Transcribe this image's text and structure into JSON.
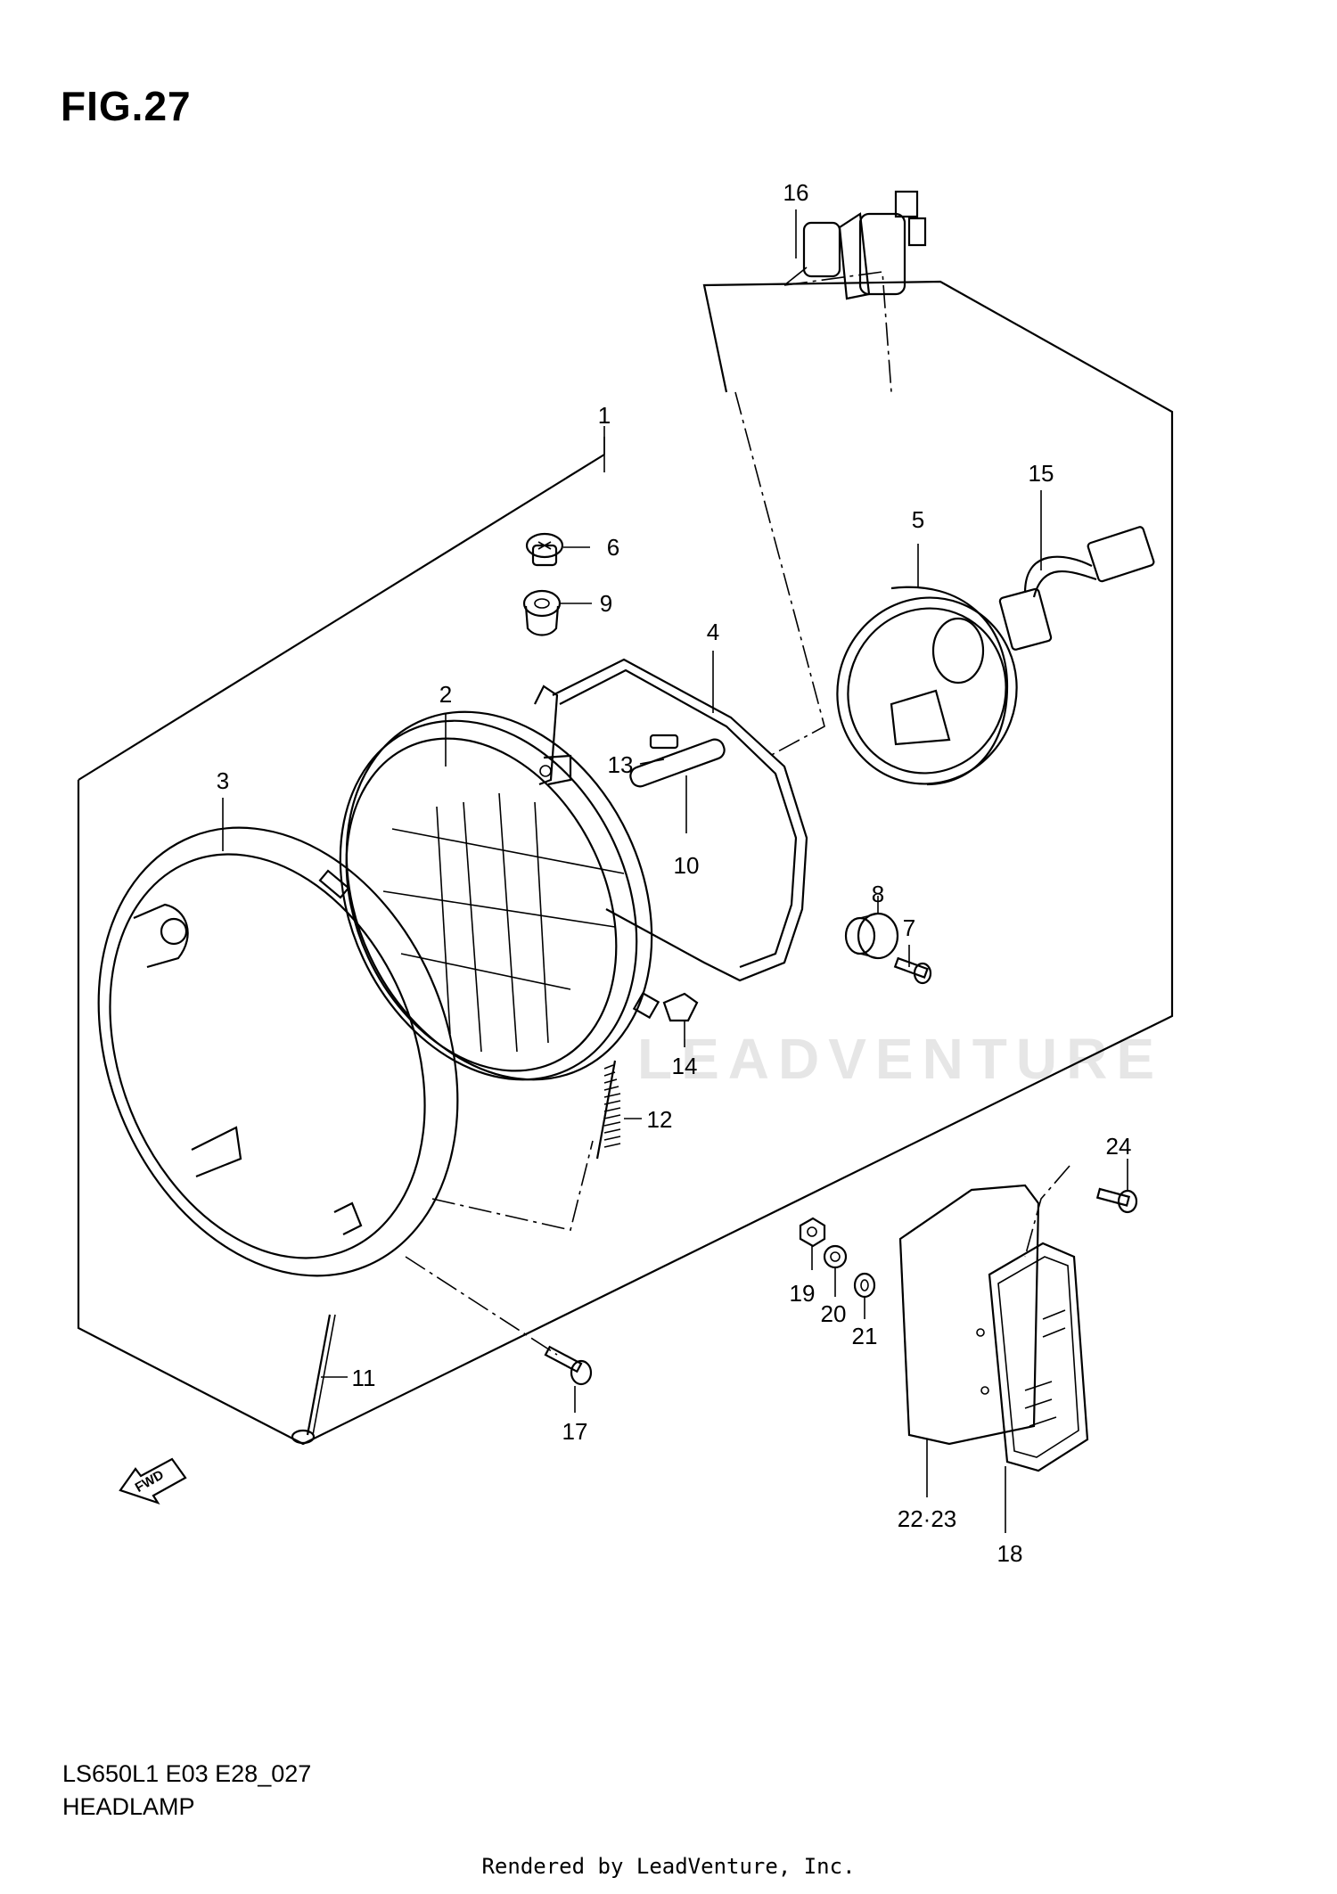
{
  "figure": {
    "title": "FIG.27"
  },
  "watermark": "LEADVENTURE",
  "fwd_label": "FWD",
  "parts": [
    {
      "id": "p1",
      "label": "1"
    },
    {
      "id": "p2",
      "label": "2"
    },
    {
      "id": "p3",
      "label": "3"
    },
    {
      "id": "p4",
      "label": "4"
    },
    {
      "id": "p5",
      "label": "5"
    },
    {
      "id": "p6",
      "label": "6"
    },
    {
      "id": "p7",
      "label": "7"
    },
    {
      "id": "p8",
      "label": "8"
    },
    {
      "id": "p9",
      "label": "9"
    },
    {
      "id": "p10",
      "label": "10"
    },
    {
      "id": "p11",
      "label": "11"
    },
    {
      "id": "p12",
      "label": "12"
    },
    {
      "id": "p13",
      "label": "13"
    },
    {
      "id": "p14",
      "label": "14"
    },
    {
      "id": "p15",
      "label": "15"
    },
    {
      "id": "p16",
      "label": "16"
    },
    {
      "id": "p17",
      "label": "17"
    },
    {
      "id": "p18",
      "label": "18"
    },
    {
      "id": "p19",
      "label": "19"
    },
    {
      "id": "p20",
      "label": "20"
    },
    {
      "id": "p21",
      "label": "21"
    },
    {
      "id": "p2223",
      "label": "22·23"
    },
    {
      "id": "p24",
      "label": "24"
    }
  ],
  "model_code": "LS650L1 E03 E28_027",
  "diagram_name": "HEADLAMP",
  "footer": "Rendered by LeadVenture, Inc."
}
